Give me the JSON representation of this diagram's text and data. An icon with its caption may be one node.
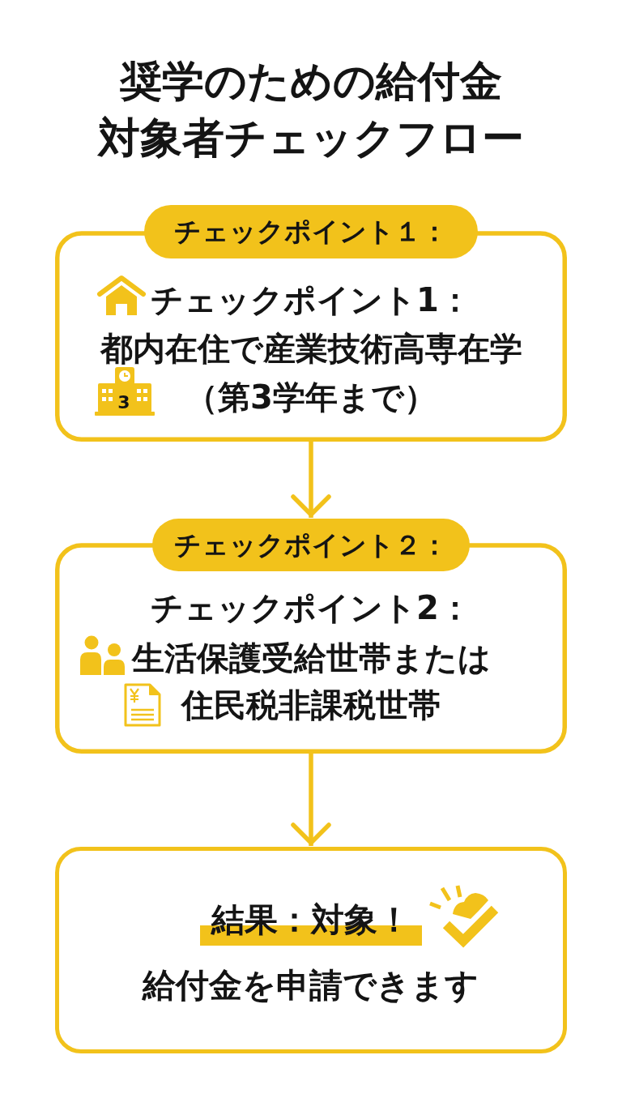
{
  "diagram": {
    "title": "奨学のための給付金対象者チェックフロー",
    "nodes": [
      {
        "text": [
          "チェックポイント１：",
          "チェックポイント1：",
          "都内在住で産業技術高専在学",
          "（第3学年まで）"
        ]
      },
      {
        "text": [
          "チェックポイント２：",
          "チェックポイント2：",
          "生活保護受給世帯または",
          "住民税非課税世帯"
        ]
      },
      {
        "text": [
          "結果：対象！",
          "給付金を申請できます"
        ]
      }
    ],
    "edges": [
      {
        "from": 0,
        "to": 1,
        "arrow": "to"
      },
      {
        "from": 1,
        "to": 2,
        "arrow": "to"
      }
    ],
    "labels": [
      "3"
    ]
  }
}
